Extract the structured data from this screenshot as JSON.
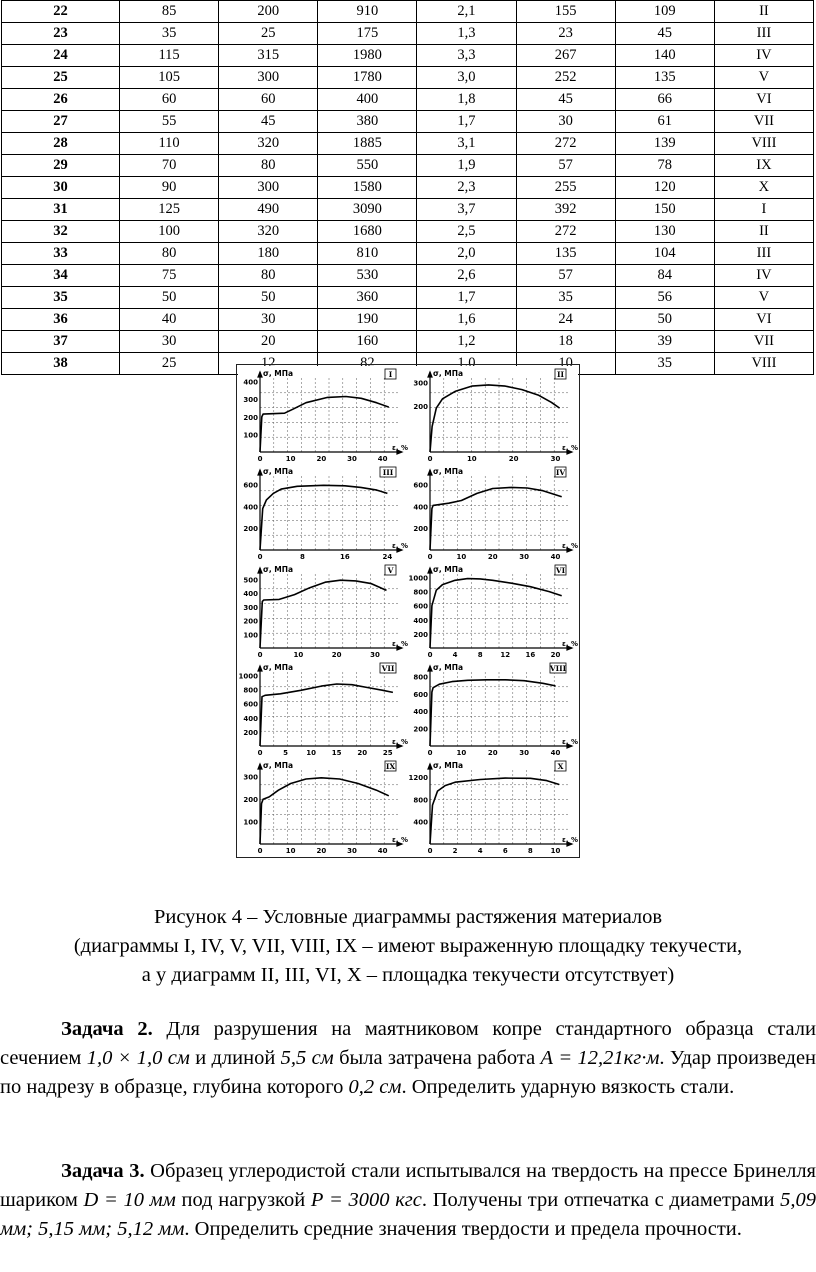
{
  "table": {
    "rows": [
      [
        "22",
        "85",
        "200",
        "910",
        "2,1",
        "155",
        "109",
        "II"
      ],
      [
        "23",
        "35",
        "25",
        "175",
        "1,3",
        "23",
        "45",
        "III"
      ],
      [
        "24",
        "115",
        "315",
        "1980",
        "3,3",
        "267",
        "140",
        "IV"
      ],
      [
        "25",
        "105",
        "300",
        "1780",
        "3,0",
        "252",
        "135",
        "V"
      ],
      [
        "26",
        "60",
        "60",
        "400",
        "1,8",
        "45",
        "66",
        "VI"
      ],
      [
        "27",
        "55",
        "45",
        "380",
        "1,7",
        "30",
        "61",
        "VII"
      ],
      [
        "28",
        "110",
        "320",
        "1885",
        "3,1",
        "272",
        "139",
        "VIII"
      ],
      [
        "29",
        "70",
        "80",
        "550",
        "1,9",
        "57",
        "78",
        "IX"
      ],
      [
        "30",
        "90",
        "300",
        "1580",
        "2,3",
        "255",
        "120",
        "X"
      ],
      [
        "31",
        "125",
        "490",
        "3090",
        "3,7",
        "392",
        "150",
        "I"
      ],
      [
        "32",
        "100",
        "320",
        "1680",
        "2,5",
        "272",
        "130",
        "II"
      ],
      [
        "33",
        "80",
        "180",
        "810",
        "2,0",
        "135",
        "104",
        "III"
      ],
      [
        "34",
        "75",
        "80",
        "530",
        "2,6",
        "57",
        "84",
        "IV"
      ],
      [
        "35",
        "50",
        "50",
        "360",
        "1,7",
        "35",
        "56",
        "V"
      ],
      [
        "36",
        "40",
        "30",
        "190",
        "1,6",
        "24",
        "50",
        "VI"
      ],
      [
        "37",
        "30",
        "20",
        "160",
        "1,2",
        "18",
        "39",
        "VII"
      ],
      [
        "38",
        "25",
        "12",
        "82",
        "1,0",
        "10",
        "35",
        "VIII"
      ]
    ]
  },
  "figure": {
    "y_axis_label": "σ, МПа",
    "x_axis_label": "ε, %",
    "panels": [
      {
        "id": "I",
        "xticks": [
          "0",
          "10",
          "20",
          "30",
          "40"
        ],
        "xmax": 45,
        "yticks": [
          "100",
          "200",
          "300",
          "400"
        ],
        "ymax": 420,
        "curve": [
          [
            0,
            0
          ],
          [
            0.6,
            200
          ],
          [
            1,
            215
          ],
          [
            8,
            220
          ],
          [
            11,
            245
          ],
          [
            15,
            280
          ],
          [
            22,
            310
          ],
          [
            28,
            315
          ],
          [
            33,
            305
          ],
          [
            38,
            280
          ],
          [
            42,
            255
          ]
        ]
      },
      {
        "id": "II",
        "xticks": [
          "0",
          "10",
          "20",
          "30"
        ],
        "xmax": 33,
        "yticks": [
          "200",
          "300"
        ],
        "ymax": 320,
        "curve": [
          [
            0,
            0
          ],
          [
            0.5,
            110
          ],
          [
            1.5,
            190
          ],
          [
            3,
            230
          ],
          [
            6,
            262
          ],
          [
            10,
            285
          ],
          [
            14,
            290
          ],
          [
            18,
            285
          ],
          [
            22,
            270
          ],
          [
            26,
            245
          ],
          [
            29,
            215
          ],
          [
            31,
            190
          ]
        ]
      },
      {
        "id": "III",
        "xticks": [
          "0",
          "8",
          "16",
          "24"
        ],
        "xmax": 26,
        "yticks": [
          "200",
          "400",
          "600"
        ],
        "ymax": 680,
        "curve": [
          [
            0,
            0
          ],
          [
            0.5,
            380
          ],
          [
            1.2,
            460
          ],
          [
            2.5,
            520
          ],
          [
            4,
            560
          ],
          [
            7,
            585
          ],
          [
            12,
            595
          ],
          [
            16,
            590
          ],
          [
            19,
            575
          ],
          [
            22,
            550
          ],
          [
            24,
            520
          ]
        ]
      },
      {
        "id": "IV",
        "xticks": [
          "0",
          "10",
          "20",
          "30",
          "40"
        ],
        "xmax": 44,
        "yticks": [
          "200",
          "400",
          "600"
        ],
        "ymax": 680,
        "curve": [
          [
            0,
            0
          ],
          [
            0.6,
            380
          ],
          [
            1,
            410
          ],
          [
            6,
            430
          ],
          [
            10,
            455
          ],
          [
            15,
            520
          ],
          [
            20,
            565
          ],
          [
            26,
            575
          ],
          [
            31,
            570
          ],
          [
            36,
            545
          ],
          [
            42,
            490
          ]
        ]
      },
      {
        "id": "V",
        "xticks": [
          "0",
          "10",
          "20",
          "30"
        ],
        "xmax": 36,
        "yticks": [
          "100",
          "200",
          "300",
          "400",
          "500"
        ],
        "ymax": 540,
        "curve": [
          [
            0,
            0
          ],
          [
            0.6,
            340
          ],
          [
            1,
            350
          ],
          [
            5,
            355
          ],
          [
            9,
            390
          ],
          [
            13,
            440
          ],
          [
            17,
            480
          ],
          [
            21,
            495
          ],
          [
            25,
            490
          ],
          [
            29,
            470
          ],
          [
            33,
            420
          ]
        ]
      },
      {
        "id": "VI",
        "xticks": [
          "0",
          "4",
          "8",
          "12",
          "16",
          "20"
        ],
        "xmax": 22,
        "yticks": [
          "200",
          "400",
          "600",
          "800",
          "1000"
        ],
        "ymax": 1050,
        "curve": [
          [
            0,
            0
          ],
          [
            0.3,
            600
          ],
          [
            1,
            820
          ],
          [
            2,
            900
          ],
          [
            4,
            960
          ],
          [
            6,
            985
          ],
          [
            8,
            980
          ],
          [
            10,
            960
          ],
          [
            13,
            920
          ],
          [
            16,
            870
          ],
          [
            19,
            800
          ],
          [
            21,
            740
          ]
        ]
      },
      {
        "id": "VII",
        "xticks": [
          "0",
          "5",
          "10",
          "15",
          "20",
          "25"
        ],
        "xmax": 27,
        "yticks": [
          "200",
          "400",
          "600",
          "800",
          "1000"
        ],
        "ymax": 1050,
        "curve": [
          [
            0,
            0
          ],
          [
            0.4,
            700
          ],
          [
            1,
            720
          ],
          [
            4,
            740
          ],
          [
            8,
            790
          ],
          [
            12,
            850
          ],
          [
            15,
            880
          ],
          [
            18,
            870
          ],
          [
            21,
            830
          ],
          [
            24,
            790
          ],
          [
            26,
            760
          ]
        ]
      },
      {
        "id": "VIII",
        "xticks": [
          "0",
          "10",
          "20",
          "30",
          "40"
        ],
        "xmax": 44,
        "yticks": [
          "200",
          "400",
          "600",
          "800"
        ],
        "ymax": 850,
        "curve": [
          [
            0,
            0
          ],
          [
            0.6,
            620
          ],
          [
            1,
            670
          ],
          [
            3,
            710
          ],
          [
            7,
            740
          ],
          [
            12,
            755
          ],
          [
            18,
            760
          ],
          [
            24,
            760
          ],
          [
            30,
            750
          ],
          [
            36,
            720
          ],
          [
            40,
            690
          ]
        ]
      },
      {
        "id": "IX",
        "xticks": [
          "0",
          "10",
          "20",
          "30",
          "40"
        ],
        "xmax": 45,
        "yticks": [
          "100",
          "200",
          "300"
        ],
        "ymax": 330,
        "curve": [
          [
            0,
            0
          ],
          [
            0.5,
            180
          ],
          [
            1,
            200
          ],
          [
            3,
            210
          ],
          [
            6,
            240
          ],
          [
            10,
            270
          ],
          [
            15,
            290
          ],
          [
            20,
            295
          ],
          [
            26,
            290
          ],
          [
            32,
            270
          ],
          [
            38,
            240
          ],
          [
            42,
            215
          ]
        ]
      },
      {
        "id": "X",
        "xticks": [
          "0",
          "2",
          "4",
          "6",
          "8",
          "10"
        ],
        "xmax": 11,
        "yticks": [
          "400",
          "800",
          "1200"
        ],
        "ymax": 1330,
        "curve": [
          [
            0,
            0
          ],
          [
            0.2,
            700
          ],
          [
            0.6,
            950
          ],
          [
            1.2,
            1050
          ],
          [
            2,
            1110
          ],
          [
            4,
            1160
          ],
          [
            6,
            1185
          ],
          [
            8,
            1180
          ],
          [
            9.3,
            1140
          ],
          [
            10.3,
            1070
          ]
        ]
      }
    ]
  },
  "caption": {
    "line1": "Рисунок 4 – Условные диаграммы растяжения материалов",
    "line2": "(диаграммы I, IV, V, VII, VIII, IX – имеют выраженную площадку текучести,",
    "line3": "а у диаграмм II, III, VI, X – площадка текучести отсутствует)"
  },
  "task2": {
    "heading": "Задача 2.",
    "t1": " Для разрушения на маятниковом копре стандартного образца стали сечением ",
    "v1": "1,0 × 1,0 см",
    "t2": " и длиной ",
    "v2": "5,5 см",
    "t3": " была затрачена работа ",
    "v3": "А = 12,21кг·м",
    "t4": ". Удар произведен по надрезу в образце, глубина которого ",
    "v4": "0,2 см",
    "t5": ". Определить ударную вязкость стали."
  },
  "task3": {
    "heading": "Задача 3.",
    "t1": " Образец углеродистой стали испытывался на твердость на прессе Бринелля шариком ",
    "v1": "D = 10 мм",
    "t2": " под нагрузкой ",
    "v2": "Р = 3000 кгс",
    "t3": ". Получены три отпечатка с диаметрами ",
    "v3": "5,09 мм; 5,15 мм; 5,12 мм",
    "t4": ". Определить средние значения твердости и предела прочности."
  }
}
